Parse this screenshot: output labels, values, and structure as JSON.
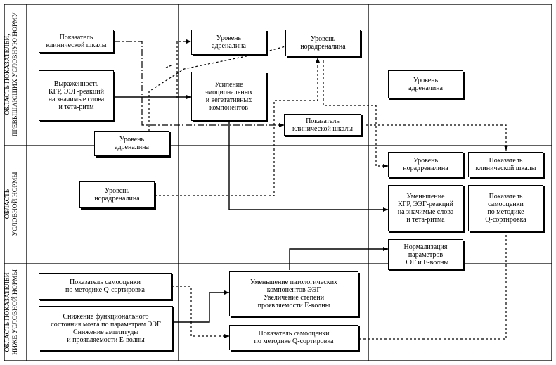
{
  "zones": [
    {
      "id": "above",
      "lines": [
        "ОБЛАСТЬ ПОКАЗАТЕЛЕЙ,",
        "ПРЕВЫШАЮЩИХ УСЛОВНУЮ НОРМУ"
      ]
    },
    {
      "id": "norm",
      "lines": [
        "ОБЛАСТЬ",
        "УСЛОВНОЙ НОРМЫ"
      ]
    },
    {
      "id": "below",
      "lines": [
        "ОБЛАСТЬ ПОКАЗАТЕЛЕЙ",
        "НИЖЕ УСЛОВНОЙ НОРМЫ"
      ]
    }
  ],
  "boxes": {
    "b1": "Показатель\nклинической шкалы",
    "b2": "Выраженность\nКГР, ЭЭГ-реакций\nна значимые слова\nи тета-ритм",
    "b3": "Уровень\nадреналина",
    "b4": "Уровень\nнорадреналина",
    "b5": "Уровень\nадреналина",
    "b6": "Усиление\nэмоциональных\nи вегетативных\nкомпонентов",
    "b7": "Показатель\nклинической шкалы",
    "b8": "Уровень\nадреналина",
    "b9": "Уровень\nнорадреналина",
    "b10": "Показатель\nклинической шкалы",
    "b11": "Уровень\nнорадреналина",
    "b12": "Уменьшение\nКГР, ЭЭГ-реакций\nна значимые слова\nи тета-ритма",
    "b13": "Показатель\nсамооценки\nпо методике\nQ-сортировка",
    "b14": "Нормализация\nпараметров\nЭЭГ и Е-волны",
    "b15": "Показатель самооценки\nпо методике Q-сортировка",
    "b16": "Снижение функционального\nсостояния мозга по параметрам ЭЭГ\nСнижение амплитуды\nи проявляемости Е-волны",
    "b17": "Уменьшение патологических\nкомпонентов ЭЭГ\nУвеличение степени\nпроявляемости Е-волны",
    "b18": "Показатель самооценки\nпо методике Q-сортировка"
  }
}
